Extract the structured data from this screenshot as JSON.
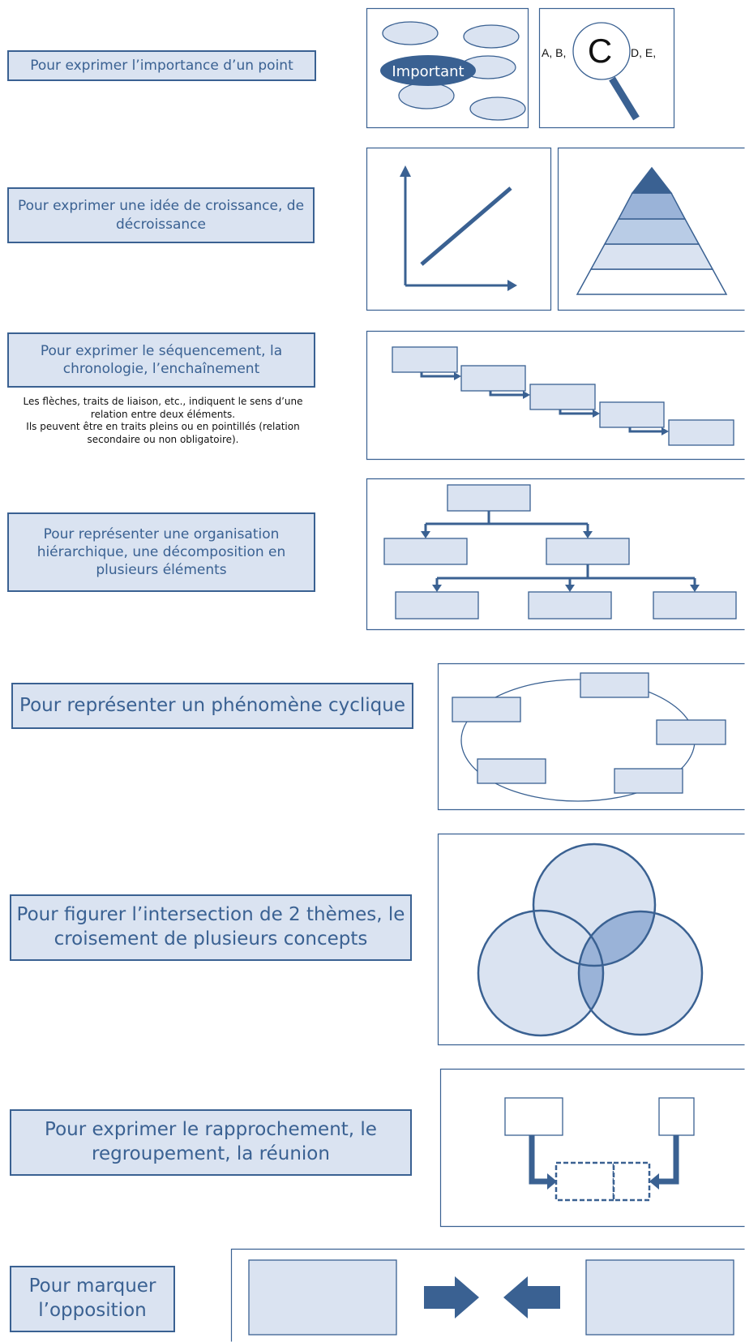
{
  "rows": [
    {
      "label": "Pour exprimer l’importance d’un point"
    },
    {
      "label": "Pour exprimer une idée de croissance, de décroissance"
    },
    {
      "label": "Pour exprimer le séquencement, la chronologie, l’enchaînement",
      "note_1": "Les flèches, traits de liaison, etc., indiquent le sens d’une relation entre deux éléments.",
      "note_2": "Ils peuvent être en traits pleins ou en pointillés (relation secondaire ou non obligatoire)."
    },
    {
      "label": "Pour représenter une organisation hiérarchique, une décomposition en plusieurs éléments"
    },
    {
      "label": "Pour représenter un phénomène cyclique"
    },
    {
      "label": "Pour figurer l’intersection de 2 thèmes, le croisement de plusieurs concepts"
    },
    {
      "label": "Pour exprimer le rapprochement, le regroupement, la réunion"
    },
    {
      "label": "Pour marquer l’opposition"
    }
  ],
  "importance": {
    "highlight": "Important",
    "magnifier_before": "A, B,",
    "magnifier_letter": "C",
    "magnifier_after": "D, E,"
  },
  "colors": {
    "border": "#3a6192",
    "fill": "#dae3f1",
    "mid": "#9ab3d8",
    "dark": "#3a6192"
  }
}
